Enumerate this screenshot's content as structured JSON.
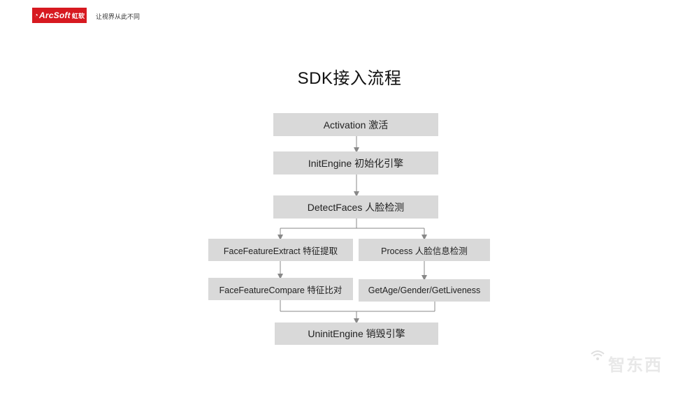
{
  "header": {
    "logo_text": "ArcSoft",
    "logo_cn": "虹软",
    "tagline": "让视界从此不同"
  },
  "title": "SDK接入流程",
  "flow": {
    "activation": "Activation 激活",
    "init_engine": "InitEngine 初始化引擎",
    "detect_faces": "DetectFaces 人脸检测",
    "face_feature_extract": "FaceFeatureExtract 特征提取",
    "process": "Process  人脸信息检测",
    "face_feature_compare": "FaceFeatureCompare 特征比对",
    "get_age_gender_liveness": "GetAge/Gender/GetLiveness",
    "uninit_engine": "UninitEngine 销毁引擎"
  },
  "watermark": "智东西",
  "colors": {
    "brand_red": "#d71920",
    "node_fill": "#d9d9d9",
    "connector": "#888888"
  }
}
